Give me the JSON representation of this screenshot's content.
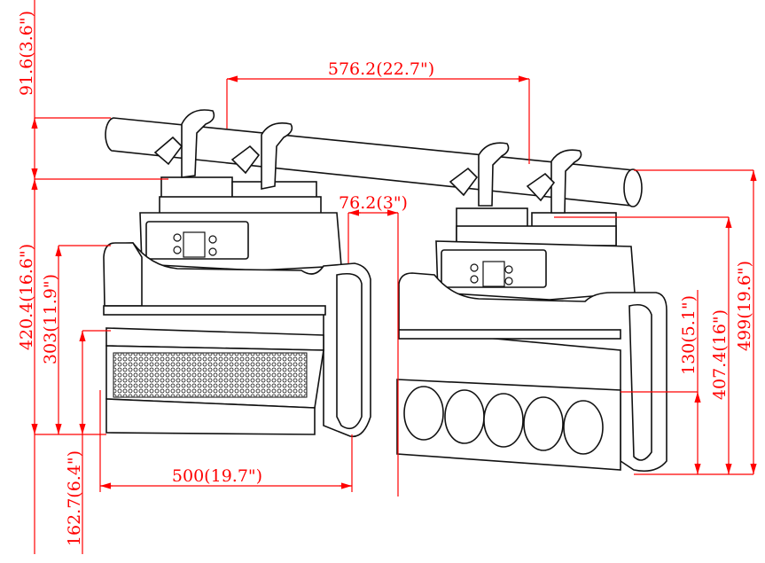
{
  "dimensions": {
    "clamp_height": "91.6(3.6\")",
    "fixture_height_left": "420.4(16.6\")",
    "yoke_height": "303(11.9\")",
    "head_height": "162.7(6.4\")",
    "pipe_clamp_span": "576.2(22.7\")",
    "yoke_arm_width": "76.2(3\")",
    "fixture_width": "500(19.7\")",
    "lens_bar_height": "130(5.1\")",
    "fixture_height_right": "407.4(16\")",
    "overall_height": "499(19.6\")"
  },
  "colors": {
    "dimension": "#ff0000",
    "outline": "#111111"
  }
}
